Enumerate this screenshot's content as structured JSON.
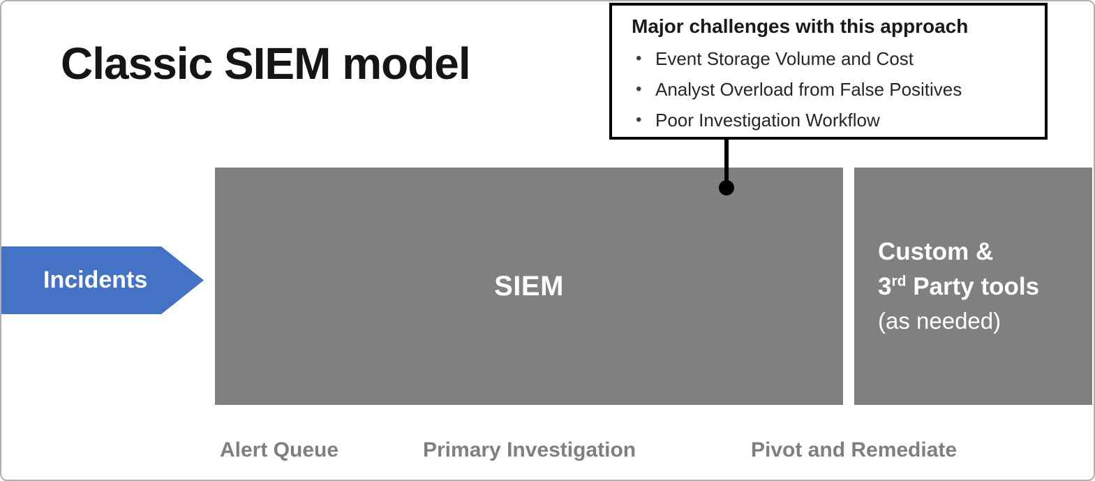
{
  "title": "Classic SIEM model",
  "callout": {
    "title": "Major challenges with this approach",
    "bullets": [
      "Event Storage Volume and Cost",
      "Analyst Overload from False Positives",
      "Poor Investigation Workflow"
    ]
  },
  "incidents_arrow": {
    "label": "Incidents",
    "color": "#4472C4"
  },
  "siem_box": {
    "label": "SIEM",
    "color": "#808080"
  },
  "custom_box": {
    "line1": "Custom &",
    "line2_prefix": "3",
    "line2_superscript": "rd",
    "line2_suffix": " Party tools",
    "line3": "(as needed)",
    "color": "#808080"
  },
  "bottom_labels": [
    "Alert Queue",
    "Primary Investigation",
    "Pivot and Remediate"
  ]
}
